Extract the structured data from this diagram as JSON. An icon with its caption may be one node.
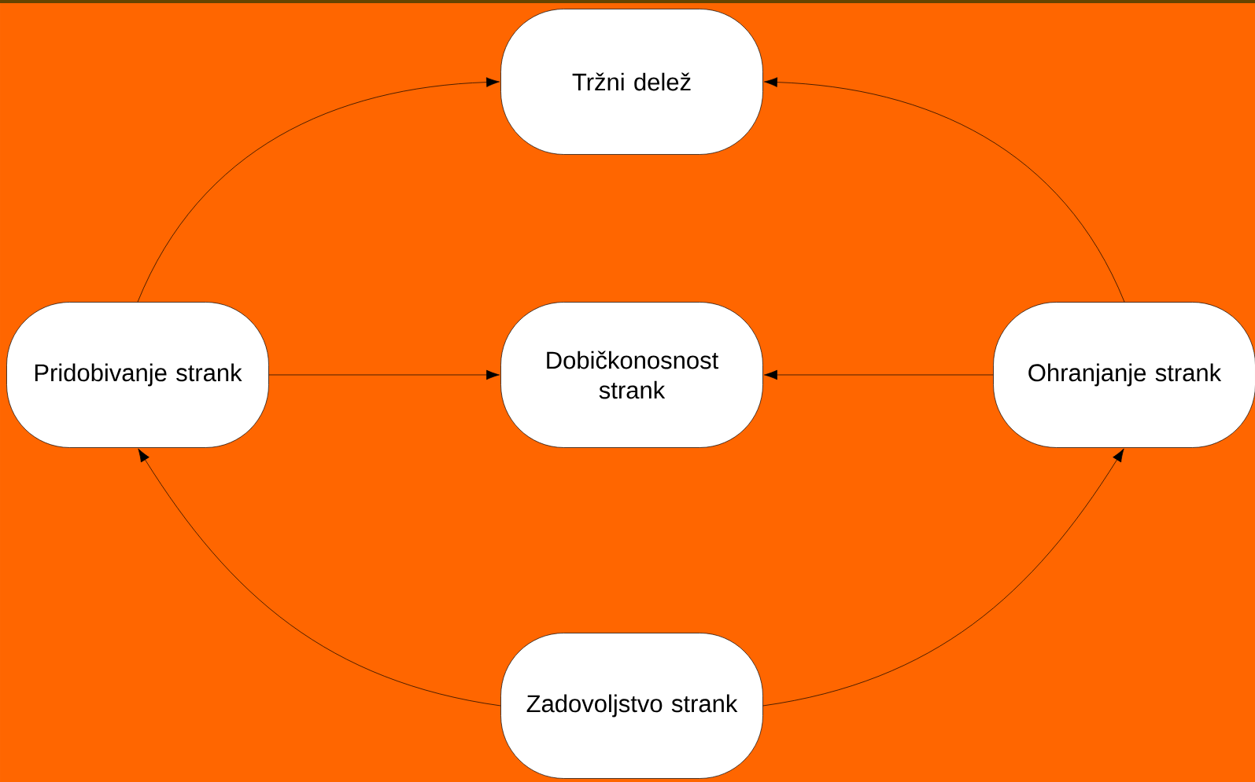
{
  "diagram": {
    "nodes": [
      {
        "text": [
          "Tržni delež"
        ]
      },
      {
        "text": [
          "Pridobivanje strank"
        ]
      },
      {
        "text": [
          "Dobičkonosnost strank"
        ]
      },
      {
        "text": [
          "Ohranjanje strank"
        ]
      },
      {
        "text": [
          "Zadovoljstvo strank"
        ]
      }
    ],
    "edges": [
      {
        "from": 1,
        "to": 0,
        "arrow": "to"
      },
      {
        "from": 3,
        "to": 0,
        "arrow": "to"
      },
      {
        "from": 1,
        "to": 2,
        "arrow": "to"
      },
      {
        "from": 3,
        "to": 2,
        "arrow": "to"
      },
      {
        "from": 4,
        "to": 1,
        "arrow": "to"
      },
      {
        "from": 4,
        "to": 3,
        "arrow": "to"
      }
    ]
  }
}
